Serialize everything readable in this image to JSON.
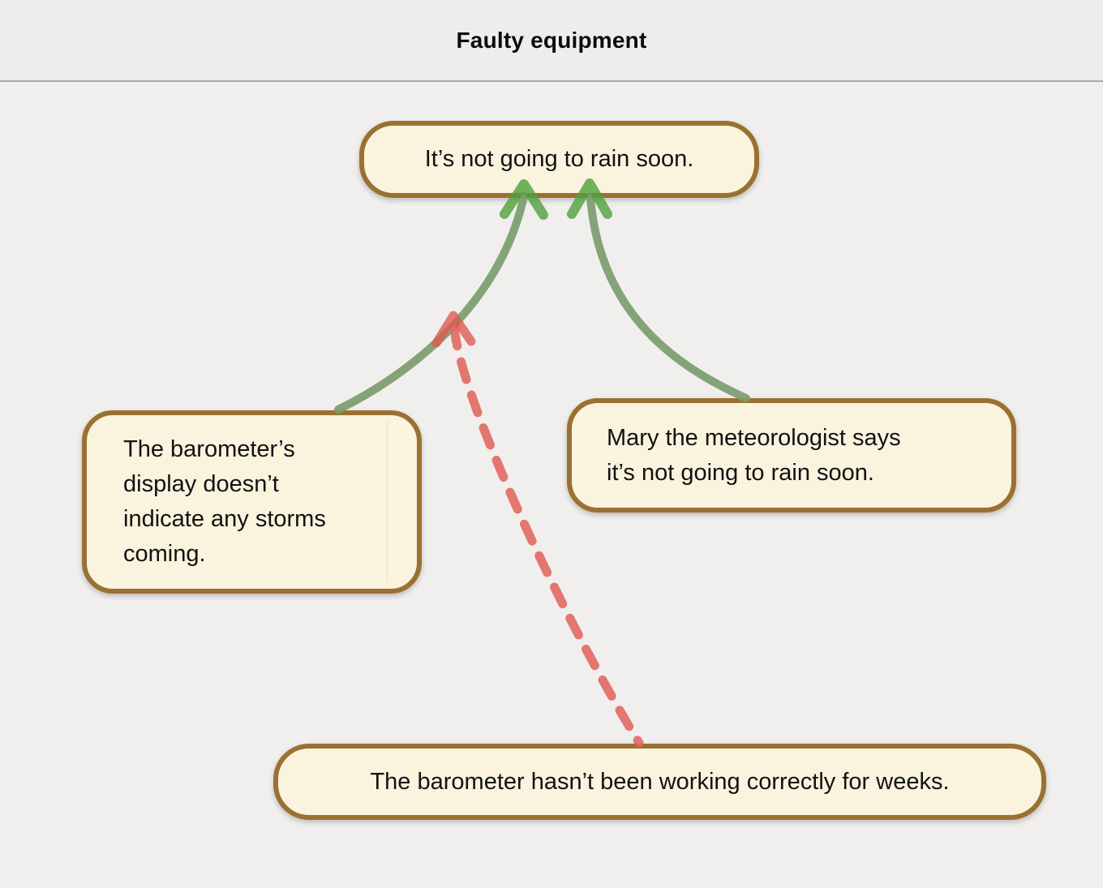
{
  "window": {
    "title": "Faulty equipment"
  },
  "palette": {
    "background": "#f0efee",
    "header_background": "#eeedec",
    "header_divider": "#a9a9a9",
    "card_fill": "#faf3dd",
    "card_border": "#9a7132",
    "card_text": "#121212",
    "support_arrow_shaft": "#7c9c6e",
    "support_arrowhead": "#4da13a",
    "objection_arrow": "#e0655c"
  },
  "map": {
    "nodes": [
      {
        "id": "conclusion",
        "role": "conclusion",
        "text": "It’s not going to rain soon."
      },
      {
        "id": "premise-barometer",
        "role": "premise",
        "text": "The barometer’s\ndisplay doesn’t\nindicate any storms\ncoming."
      },
      {
        "id": "premise-mary",
        "role": "premise",
        "text": "Mary the meteorologist says\nit’s not going to rain soon."
      },
      {
        "id": "objection-faulty",
        "role": "objection",
        "text": "The barometer hasn’t been working correctly for weeks."
      }
    ],
    "edges": [
      {
        "from": "premise-barometer",
        "to": "conclusion",
        "kind": "support",
        "style": "solid-green-arrow"
      },
      {
        "from": "premise-mary",
        "to": "conclusion",
        "kind": "support",
        "style": "solid-green-arrow"
      },
      {
        "from": "objection-faulty",
        "to": "support-edge premise-barometer to conclusion",
        "kind": "objection",
        "style": "dashed-red-arrow"
      }
    ]
  }
}
